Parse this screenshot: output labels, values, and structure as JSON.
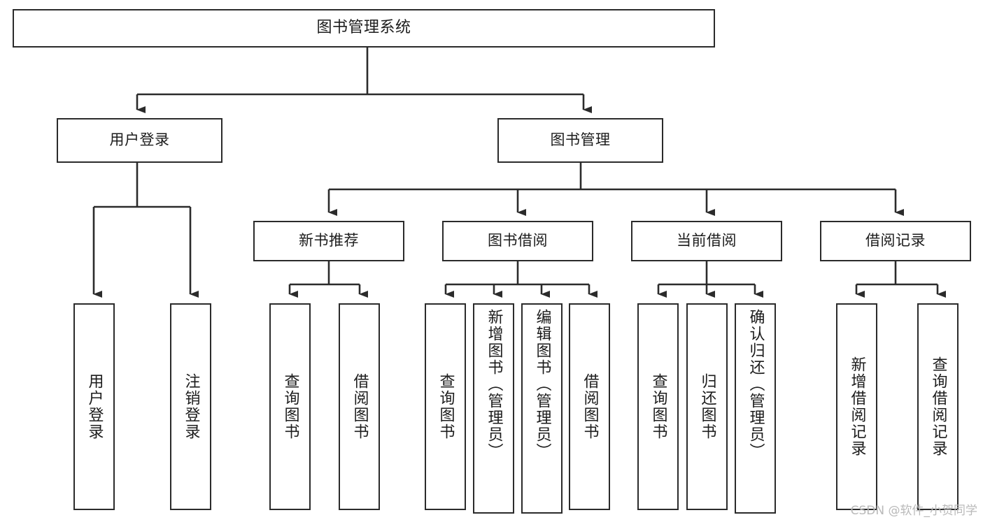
{
  "diagram": {
    "type": "tree-hierarchy",
    "title": "图书管理系统",
    "watermark": "CSDN @软件_小贺同学",
    "colors": {
      "box_border": "#2b2b2b",
      "box_fill": "#ffffff",
      "edge": "#2b2b2b",
      "text": "#1c1c1c",
      "watermark": "#b9b9b9",
      "background": "#ffffff"
    },
    "nodes": {
      "root": {
        "label": "图书管理系统"
      },
      "level2": [
        {
          "label": "用户登录"
        },
        {
          "label": "图书管理"
        }
      ],
      "level3": [
        {
          "label": "新书推荐"
        },
        {
          "label": "图书借阅"
        },
        {
          "label": "当前借阅"
        },
        {
          "label": "借阅记录"
        }
      ],
      "leaves": {
        "user_login": [
          {
            "label": "用户登录"
          },
          {
            "label": "注销登录"
          }
        ],
        "new_book_recommend": [
          {
            "label": "查询图书"
          },
          {
            "label": "借阅图书"
          }
        ],
        "book_borrow": [
          {
            "label": "查询图书"
          },
          {
            "label": "新增图书（管理员）"
          },
          {
            "label": "编辑图书（管理员）"
          },
          {
            "label": "借阅图书"
          }
        ],
        "current_borrow": [
          {
            "label": "查询图书"
          },
          {
            "label": "归还图书"
          },
          {
            "label": "确认归还（管理员）"
          }
        ],
        "borrow_records": [
          {
            "label": "新增借阅记录"
          },
          {
            "label": "查询借阅记录"
          }
        ]
      }
    }
  }
}
